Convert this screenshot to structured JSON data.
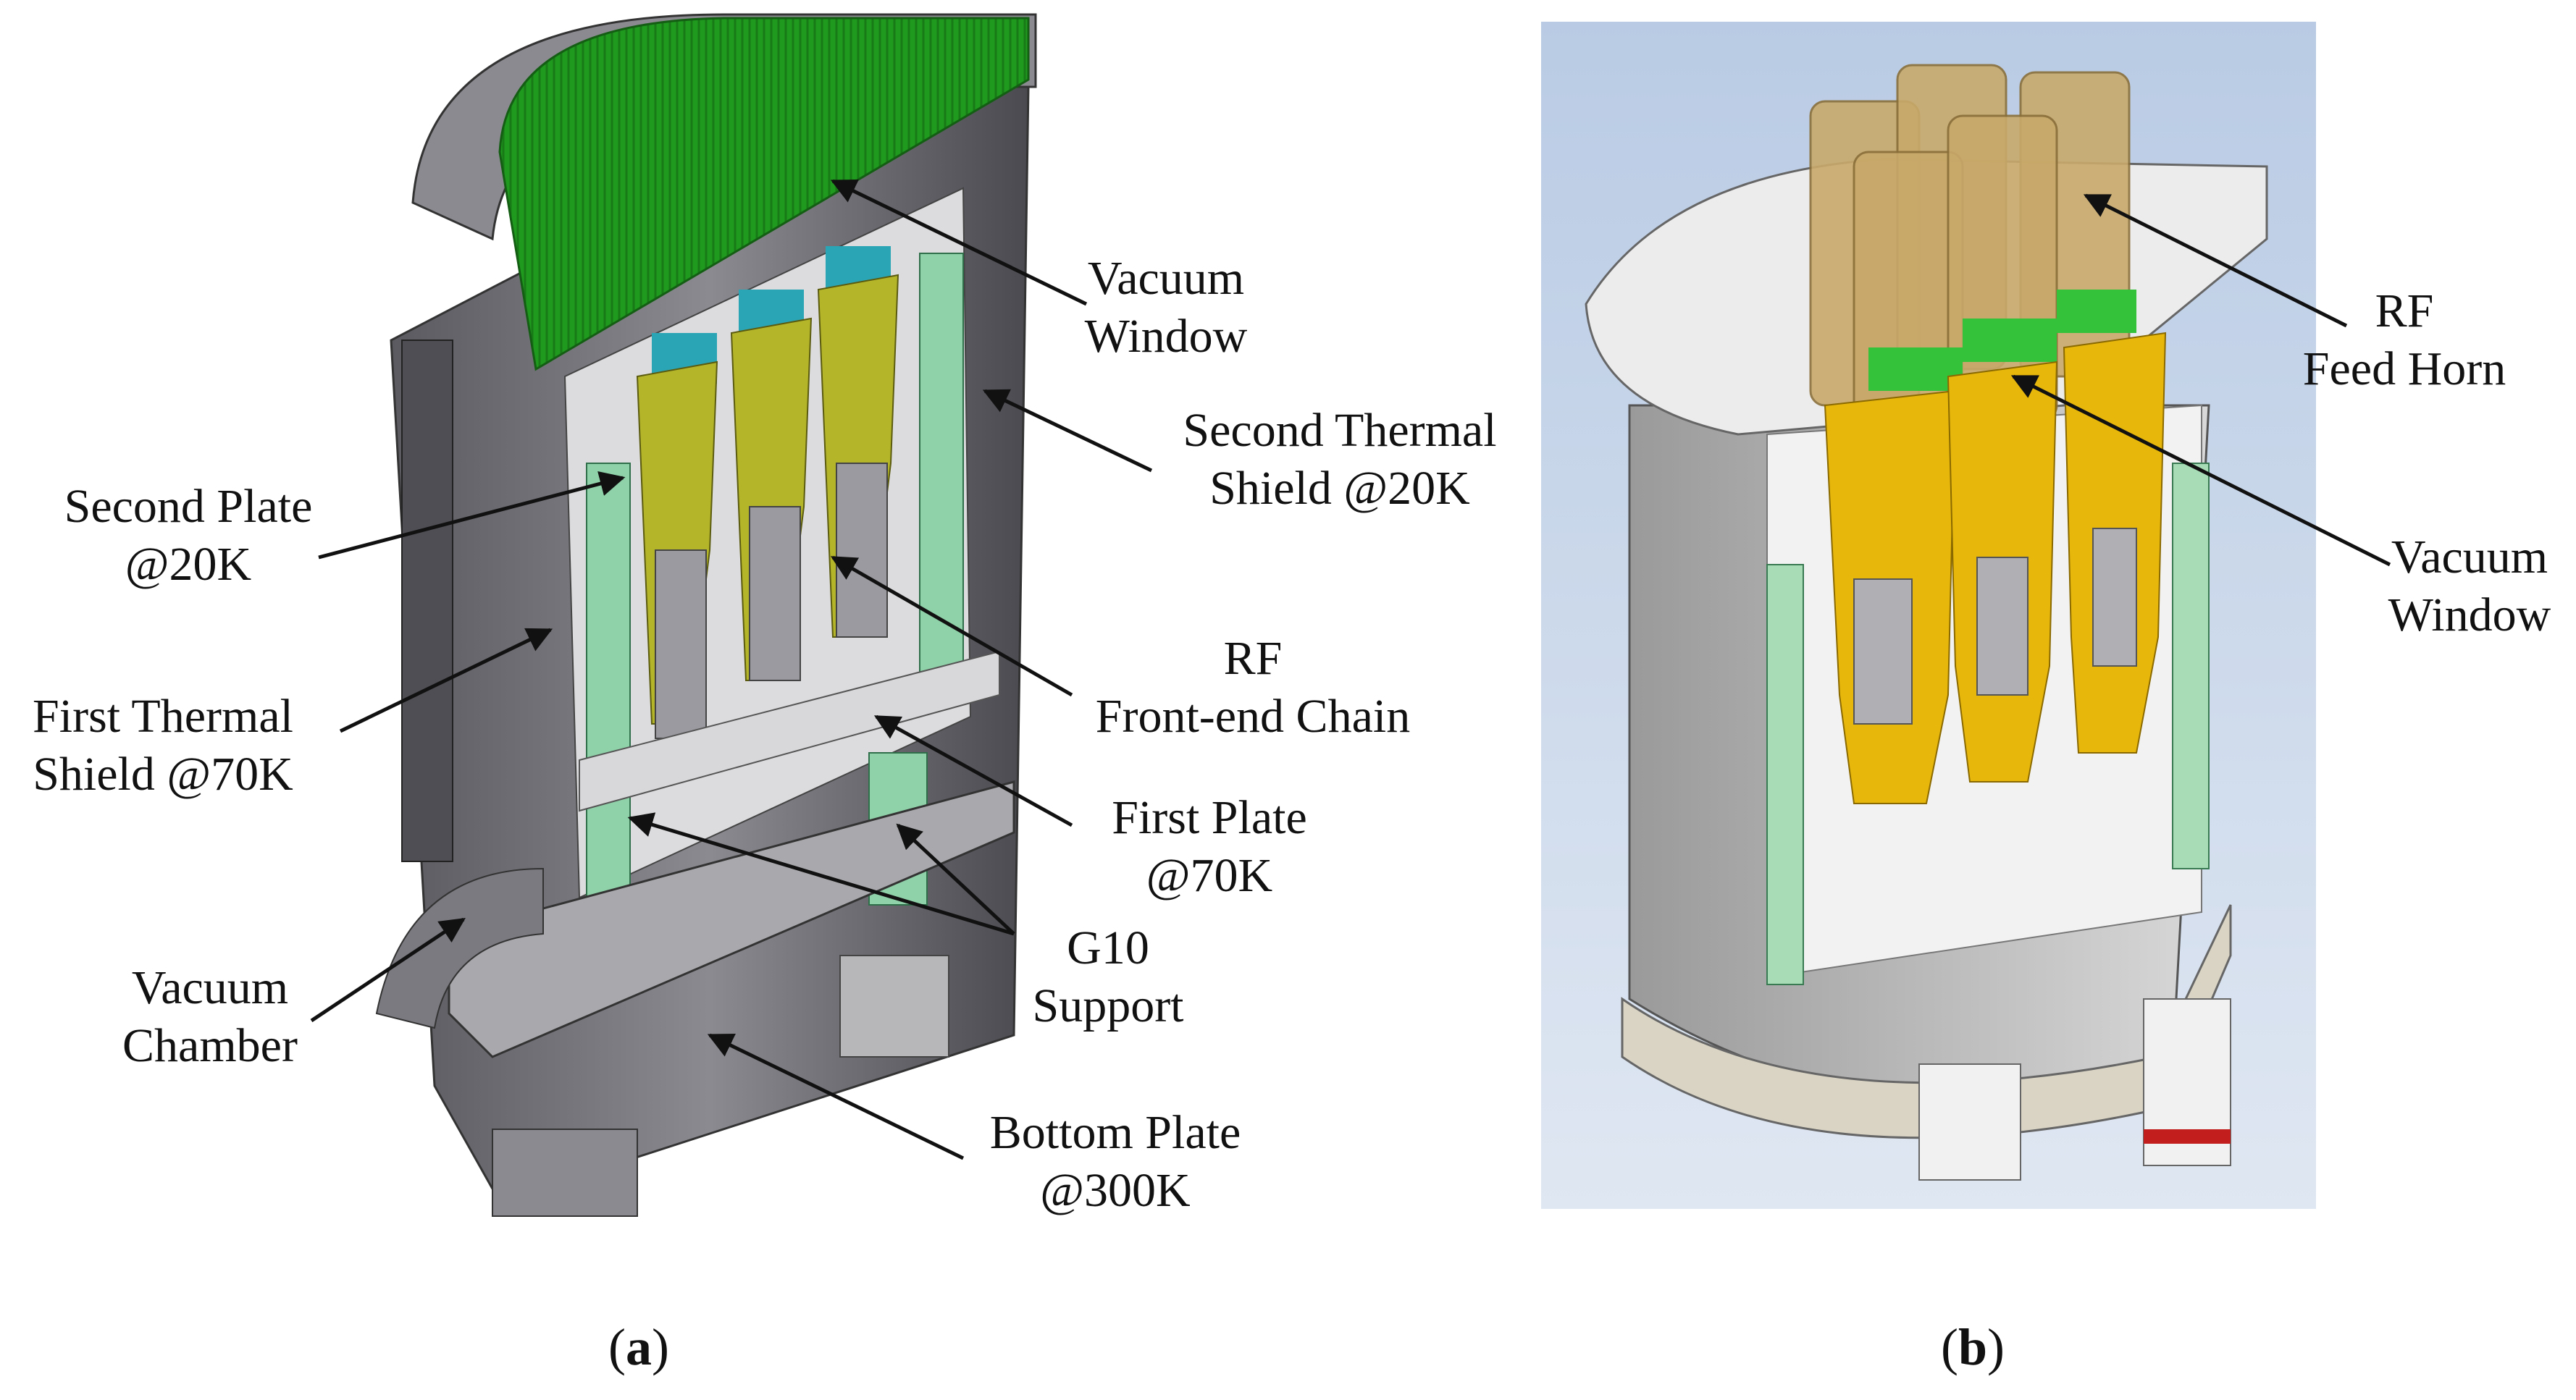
{
  "panel_a": {
    "caption_letter": "a",
    "labels": {
      "vacuum_window": [
        "Vacuum",
        "Window"
      ],
      "second_thermal_shield": [
        "Second Thermal",
        "Shield @20K"
      ],
      "second_plate": [
        "Second Plate",
        "@20K"
      ],
      "first_thermal_shield": [
        "First Thermal",
        "Shield @70K"
      ],
      "rf_front_end_chain": [
        "RF",
        "Front-end Chain"
      ],
      "first_plate": [
        "First Plate",
        "@70K"
      ],
      "g10_support": [
        "G10",
        "Support"
      ],
      "vacuum_chamber": [
        "Vacuum",
        "Chamber"
      ],
      "bottom_plate": [
        "Bottom Plate",
        "@300K"
      ]
    }
  },
  "panel_b": {
    "caption_letter": "b",
    "labels": {
      "rf_feed_horn": [
        "RF",
        "Feed Horn"
      ],
      "vacuum_window": [
        "Vacuum",
        "Window"
      ]
    }
  },
  "colors": {
    "window_green": "#1f9a1f",
    "shield_gray": "#6f6f75",
    "g10_green": "#8fd1a8",
    "horn_olive": "#bcbc2a",
    "chain_yellow": "#e8b70c",
    "tan_horn": "#c8a96a",
    "bg_blue": "#c9d7ea"
  }
}
